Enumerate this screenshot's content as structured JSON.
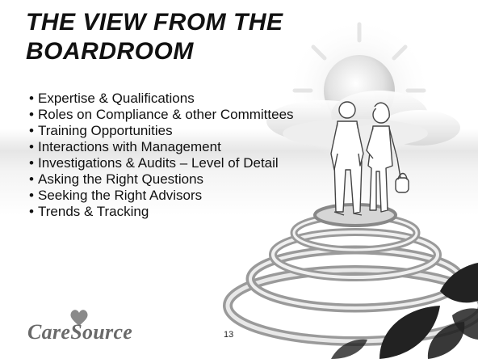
{
  "slide": {
    "title": "THE VIEW FROM THE BOARDROOM",
    "bullets": [
      "Expertise & Qualifications",
      "Roles on Compliance & other Committees",
      "Training Opportunities",
      "Interactions with Management",
      "Investigations & Audits – Level of Detail",
      "Asking the Right Questions",
      "Seeking the Right Advisors",
      "Trends & Tracking"
    ],
    "bullet_char": "•",
    "logo_text": "CareSource",
    "page_number": "13"
  },
  "art": {
    "sun_icon": "sun-icon",
    "people_icon": "business-people-icon",
    "rings_icon": "spiral-rings-icon",
    "petals_icon": "petal-pattern-icon",
    "heart_icon": "heart-icon"
  },
  "colors": {
    "text": "#111111",
    "logo": "#6a6a6a",
    "petal": "#222222"
  }
}
